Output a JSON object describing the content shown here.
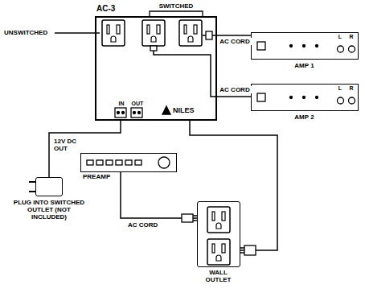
{
  "diagram": {
    "nodes": [
      {
        "text": [
          "AC-3",
          "IN",
          "OUT",
          "NILES"
        ]
      },
      {
        "text": [
          "AMP 1",
          "L",
          "R"
        ]
      },
      {
        "text": [
          "AMP 2",
          "L",
          "R"
        ]
      },
      {
        "text": [
          "PLUG INTO SWITCHED OUTLET (NOT INCLUDED)"
        ]
      },
      {
        "text": [
          "PREAMP"
        ]
      },
      {
        "text": [
          "WALL OUTLET"
        ]
      }
    ],
    "edges": [
      {
        "from": 0,
        "to": 1,
        "arrow": "none",
        "label": "AC CORD"
      },
      {
        "from": 0,
        "to": 2,
        "arrow": "none",
        "label": "AC CORD"
      },
      {
        "from": 3,
        "to": 0,
        "arrow": "none",
        "label": "12V DC OUT"
      },
      {
        "from": 4,
        "to": 5,
        "arrow": "none",
        "label": "AC CORD"
      },
      {
        "from": 0,
        "to": 5,
        "arrow": "none"
      }
    ],
    "labels": [
      "SWITCHED",
      "UNSWITCHED"
    ]
  }
}
